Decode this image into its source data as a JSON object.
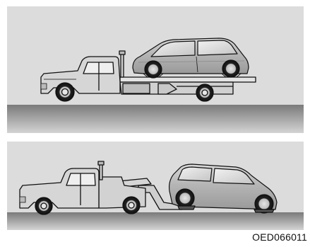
{
  "figure": {
    "caption_code": "OED066011",
    "panels": [
      {
        "id": "flatbed",
        "description_name": "flatbed-tow-truck-panel"
      },
      {
        "id": "wheel-lift",
        "description_name": "wheel-lift-tow-truck-with-dollies-panel"
      }
    ],
    "colors": {
      "panel_bg": "#dcdcdc",
      "ground_top": "#7e7e7e",
      "ground_bottom": "#d2d2d2",
      "truck_fill": "#d6d6d6",
      "car_body": "#b9b9b9",
      "car_light": "#e2e2e2",
      "outline": "#111111"
    }
  }
}
